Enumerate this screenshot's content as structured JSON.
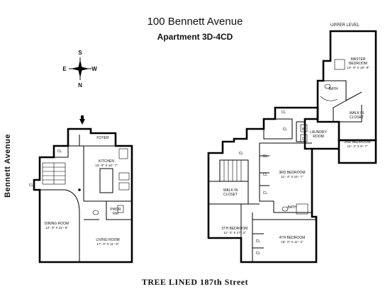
{
  "header": {
    "title": "100 Bennett Avenue",
    "subtitle": "Apartment  3D-4CD"
  },
  "compass": {
    "north": "N",
    "south": "S",
    "east": "E",
    "west": "W"
  },
  "upper_level_label": "UPPER LEVEL",
  "street_label": "TREE LINED 187th Street",
  "avenue_label": "Bennett Avenue",
  "rooms": {
    "foyer": {
      "name": "FOYER"
    },
    "kitchen": {
      "name": "KITCHEN",
      "dims": "13'- 8\" X 16'- 7\""
    },
    "dining_room": {
      "name": "DINING ROOM",
      "dims": "12'- 9\" X 21'- 9\""
    },
    "powder_room": {
      "name": "PWDR",
      "name2": "RM"
    },
    "living_room": {
      "name": "LIVING ROOM",
      "dims": "17'- 0\" X 11'- 9\""
    },
    "master_bedroom": {
      "name": "MASTER",
      "name2": "BEDROOM",
      "dims": "14'- 9\" X 18'- 9\""
    },
    "master_bath": {
      "name": "BATH"
    },
    "master_walkin": {
      "name": "WALK IN",
      "name2": "CLOSET"
    },
    "laundry": {
      "name": "LAUNDRY",
      "name2": "ROOM"
    },
    "second_bedroom": {
      "name": "2ND BEDROOM",
      "dims": "12'- 3\" X 9'- 7\""
    },
    "third_bedroom": {
      "name": "3RD BEDROOM",
      "dims": "11'- 4\" X 16'- 7\""
    },
    "walkin_closet": {
      "name": "WALK IN",
      "name2": "CLOSET"
    },
    "bath": {
      "name": "BATH"
    },
    "fifth_bedroom": {
      "name": "5TH BEDROOM",
      "dims": "11'- 0\" X 17'- 3\""
    },
    "fourth_bedroom": {
      "name": "4TH BEDROOM",
      "dims": "18'- 0\" X 11'- 4\""
    }
  },
  "closet_label": "CL",
  "appliance_labels": {
    "washer": "W",
    "dryer": "D"
  }
}
